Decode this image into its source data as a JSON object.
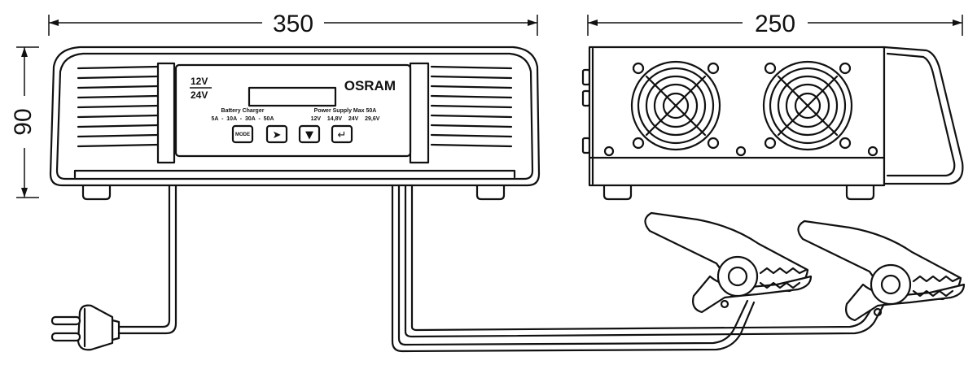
{
  "dimensions": {
    "width": "350",
    "height": "90",
    "depth": "250"
  },
  "front_panel": {
    "brand": "OSRAM",
    "voltage_top": "12V",
    "voltage_bottom": "24V",
    "battery_charger_label": "Battery Charger",
    "battery_charger_values": "5A  -  10A  -  30A  -  50A",
    "power_supply_label": "Power Supply Max 50A",
    "power_supply_values": "12V    14,8V    24V    29,6V",
    "buttons": [
      {
        "label": "MODE"
      },
      {
        "label": "➤"
      },
      {
        "label": "▼"
      },
      {
        "label": "↵"
      }
    ]
  },
  "colors": {
    "line": "#111111",
    "background": "#ffffff"
  }
}
